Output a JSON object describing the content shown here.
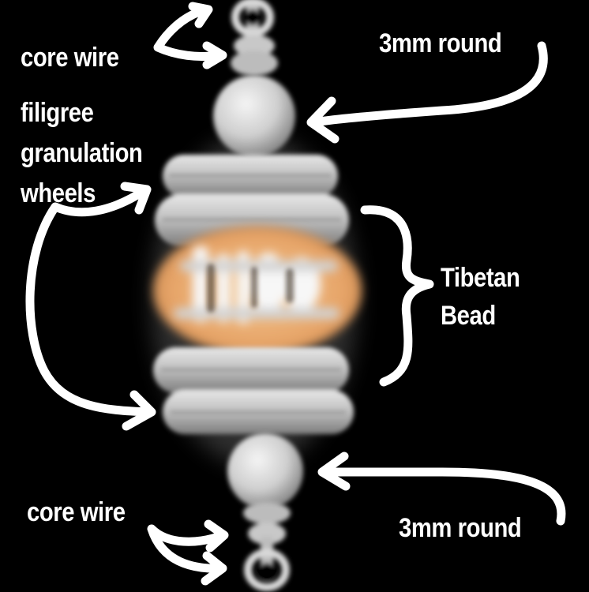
{
  "labels": {
    "core_wire_top": "core wire",
    "round_top": "3mm round",
    "filigree_lines": [
      "filigree",
      "granulation",
      "wheels"
    ],
    "tibetan_lines": [
      "Tibetan",
      "Bead"
    ],
    "core_wire_bottom": "core wire",
    "round_bottom": "3mm round"
  },
  "colors": {
    "background": "#000000",
    "annotation": "#ffffff",
    "silver": "#c9c9c9",
    "bead_copper": "#e6a468"
  }
}
